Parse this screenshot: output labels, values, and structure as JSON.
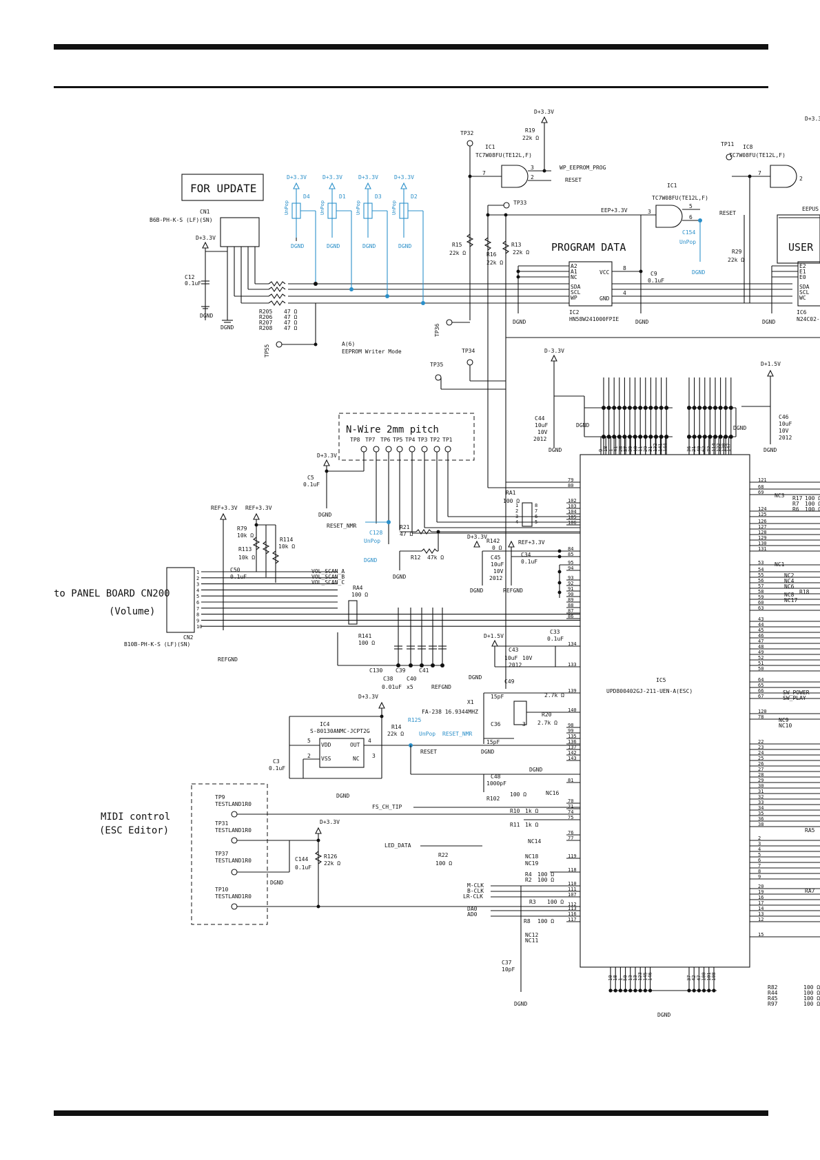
{
  "colors": {
    "line": "#111111",
    "accent": "#2a8fc9",
    "background": "#ffffff"
  },
  "labels": {
    "for_update": "FOR UPDATE",
    "program_data": "PROGRAM DATA",
    "user": "USER",
    "panel_board": "to PANEL BOARD CN200",
    "volume": "(Volume)",
    "midi_control": "MIDI control",
    "esc_editor": "(ESC Editor)",
    "nwire": "N-Wire 2mm pitch",
    "eeprom_writer": "EEPROM Writer Mode",
    "a6": "A(6)"
  },
  "nets": {
    "d33": "D+3.3V",
    "d15": "D+1.5V",
    "d33b": "D-3.3V",
    "ref33": "REF+3.3V",
    "dgnd": "DGND",
    "refgnd": "REFGND",
    "eep33": "EEP+3.3V",
    "reset": "RESET",
    "reset_nmr": "RESET_NMR",
    "wp_eeprom": "WP_EEPROM_PROG",
    "vol_a": "VOL_SCAN_A",
    "vol_b": "VOL_SCAN_B",
    "vol_c": "VOL_SCAN_C",
    "fs_ch_tip": "FS_CH_TIP",
    "led_data": "LED_DATA",
    "mclk": "M-CLK",
    "bclk": "B-CLK",
    "lrclk": "LR-CLK",
    "da0": "DA0",
    "ad0": "AD0",
    "sw_power": "SW_POWER",
    "sw_play": "SW_PLAY",
    "eepus": "EEPUS"
  },
  "parts": {
    "cn1": "CN1",
    "cn1_type": "B6B-PH-K-S (LF)(SN)",
    "cn2": "CN2",
    "cn2_type": "B10B-PH-K-S (LF)(SN)",
    "ic1": "IC1",
    "ic1_type": "TC7W08FU(TE12L,F)",
    "ic8": "IC8",
    "ic8_type": "TC7W08FU(TE12L,F)",
    "ic2": "IC2",
    "ic2_type": "HN58W241000FPIE",
    "ic6": "IC6",
    "ic6_type": "N24C02-",
    "ic4": "IC4",
    "ic4_type": "S-80130ANMC-JCPT2G",
    "ic5": "IC5",
    "ic5_type": "UPD800402GJ-211-UEN-A(ESC)",
    "x1": "X1",
    "x1_type": "FA-238 16.9344MHZ",
    "tp32": "TP32",
    "tp33": "TP33",
    "tp34": "TP34",
    "tp35": "TP35",
    "tp36": "TP36",
    "tp55": "TP55",
    "tp11": "TP11",
    "tp9": "TP9",
    "tp31": "TP31",
    "tp37": "TP37",
    "tp10": "TP10",
    "testland": "TESTLAND1R0",
    "r19": "R19",
    "r19_v": "22k Ω",
    "r15": "R15",
    "r15_v": "22k Ω",
    "r16": "R16",
    "r16_v": "22k Ω",
    "r13": "R13",
    "r13_v": "22k Ω",
    "r29": "R29",
    "r29_v": "22k Ω",
    "r79": "R79",
    "r79_v": "10k Ω",
    "r113": "R113",
    "r113_v": "10k Ω",
    "r114": "R114",
    "r114_v": "10k Ω",
    "r21": "R21",
    "r21_v": "47 Ω",
    "r12": "R12",
    "r12_v": "47k Ω",
    "r14": "R14",
    "r14_v": "22k Ω",
    "r125": "R125",
    "r126": "R126",
    "r126_v": "22k Ω",
    "r141": "R141",
    "r141_v": "100 Ω",
    "r102": "R102",
    "r10": "R10",
    "r11": "R11",
    "r22": "R22",
    "r22_v": "100 Ω",
    "ra1": "RA1",
    "ra1_v": "100 Ω",
    "ra4": "RA4",
    "ra4_v": "100 Ω",
    "c12": "C12",
    "c9": "C9",
    "c5": "C5",
    "c50": "C50",
    "c44": "C44",
    "c46": "C46",
    "c45": "C45",
    "c34": "C34",
    "c33": "C33",
    "c43": "C43",
    "c49": "C49",
    "c36": "C36",
    "c48": "C48",
    "c3": "C3",
    "c144": "C144",
    "c37": "C37",
    "c130": "C130",
    "c38": "C38",
    "c39": "C39",
    "c40": "C40",
    "c41": "C41",
    "c128": "C128",
    "c154": "C154",
    "v01uf": "0.1uF",
    "v10uf": "10uF",
    "v10v": "10V",
    "v2012": "2012",
    "v15pf": "15pF",
    "v1000pf": "1000pF",
    "v10pf": "10pF",
    "v001uf": "0.01uF",
    "x5": "x5",
    "unpop": "UnPop",
    "v100": "100 Ω",
    "v1k": "1k Ω",
    "v27k": "2.7k Ω",
    "v47": "47 Ω"
  }
}
